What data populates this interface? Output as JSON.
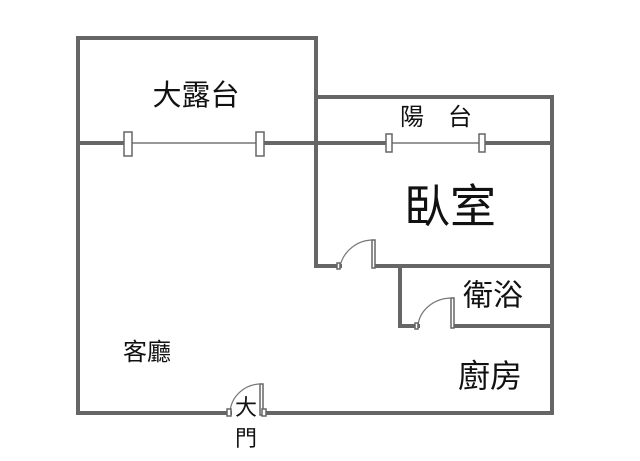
{
  "rooms": {
    "terrace": "大露台",
    "balcony": "陽　台",
    "bedroom": "臥室",
    "bathroom": "衛浴",
    "living_room": "客廳",
    "kitchen": "廚房"
  },
  "entrance": {
    "line1": "大",
    "line2": "門"
  }
}
